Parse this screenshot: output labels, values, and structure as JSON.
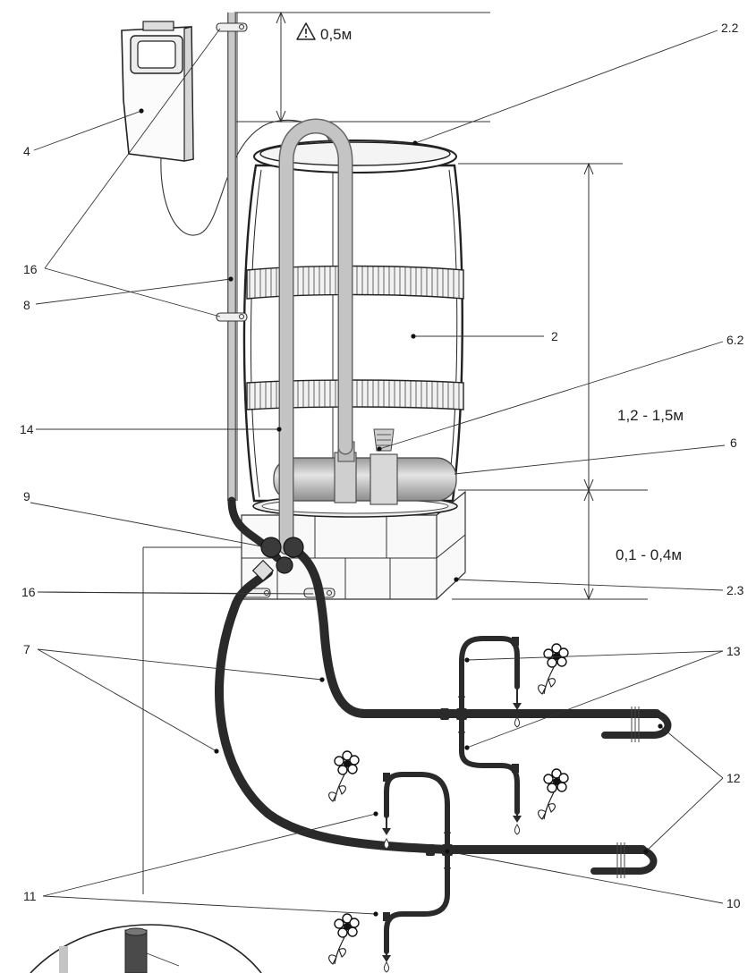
{
  "dimensions": {
    "top_clearance": "0,5м",
    "barrel_height": "1,2 - 1,5м",
    "stand_height": "0,1 - 0,4м"
  },
  "labels": {
    "controller": "4",
    "clips_upper": "16",
    "clips_lower": "16",
    "feed_tube": "8",
    "barrel_rim": "2.2",
    "barrel": "2",
    "pump_outlet": "6.2",
    "pump": "6",
    "suction_tube": "14",
    "connector": "9",
    "stand": "2.3",
    "distribution_hose": "7",
    "drippers": "13",
    "end_plugs": "12",
    "spikes": "11",
    "tee": "10"
  },
  "colors": {
    "hose_dark": "#2a2a2a",
    "tube_light": "#c4c4c4",
    "pump_gray": "#b8b8b8"
  }
}
